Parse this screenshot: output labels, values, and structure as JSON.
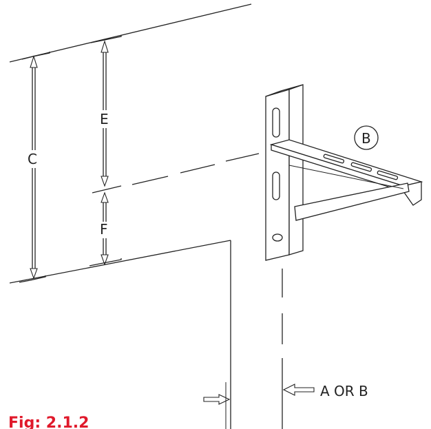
{
  "labels": {
    "C": "C",
    "E": "E",
    "F": "F",
    "B": "B",
    "a_or_b": "A OR B"
  },
  "caption": "Fig: 2.1.2",
  "colors": {
    "caption": "#e0192b",
    "line": "#222222"
  }
}
